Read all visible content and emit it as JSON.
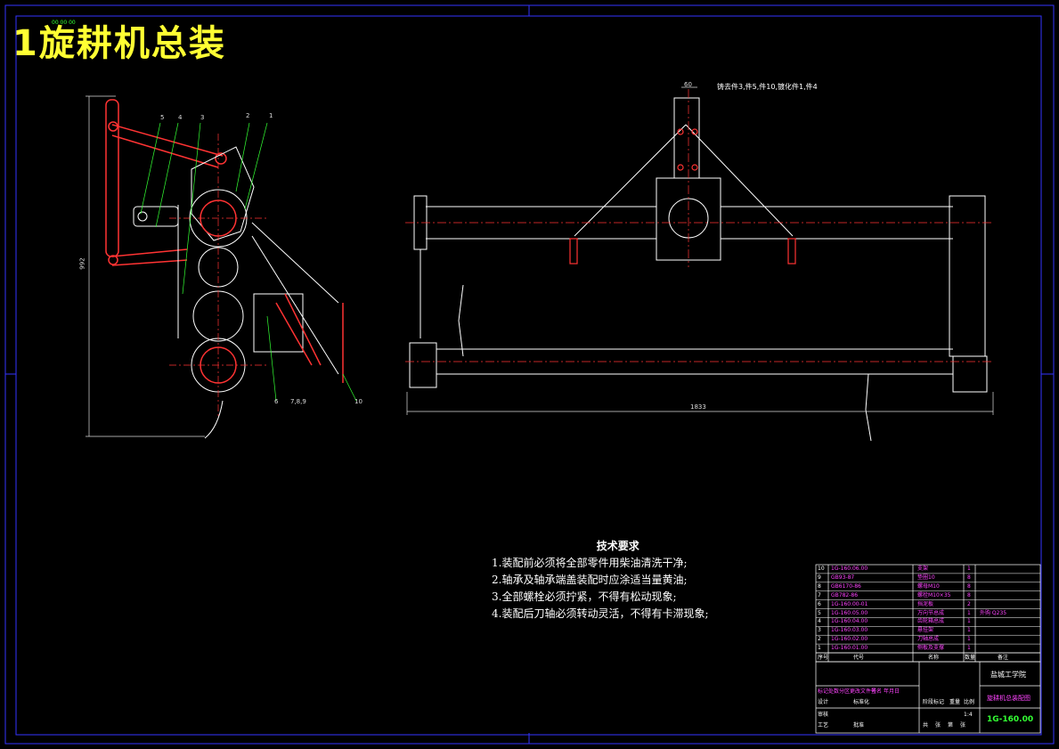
{
  "title": "1旋耕机总装",
  "corner_tag": "00 00 00",
  "note_top": "铸去件3,件5,件10,镀化件1,件4",
  "dimensions": {
    "height": "992",
    "width": "1833",
    "hitch": "60"
  },
  "part_callouts": [
    "1",
    "2",
    "3",
    "4",
    "5",
    "6",
    "7,8,9",
    "10"
  ],
  "tech_requirements": {
    "heading": "技术要求",
    "items": [
      "1.装配前必须将全部零件用柴油清洗干净;",
      "2.轴承及轴承端盖装配时应涂适当量黄油;",
      "3.全部螺栓必须拧紧，不得有松动现象;",
      "4.装配后刀轴必须转动灵活，不得有卡滞现象;"
    ]
  },
  "bom": [
    {
      "no": "10",
      "code": "1G-160.06.00",
      "name": "支架",
      "qty": "1",
      "note": ""
    },
    {
      "no": "9",
      "code": "GB93-87",
      "name": "垫圈10",
      "qty": "8",
      "note": ""
    },
    {
      "no": "8",
      "code": "GB6170-86",
      "name": "螺母M10",
      "qty": "8",
      "note": ""
    },
    {
      "no": "7",
      "code": "GB782-86",
      "name": "螺栓M10×35",
      "qty": "8",
      "note": ""
    },
    {
      "no": "6",
      "code": "1G-160.00-01",
      "name": "挡泥板",
      "qty": "2",
      "note": ""
    },
    {
      "no": "5",
      "code": "1G-160.05.00",
      "name": "万向节总成",
      "qty": "1",
      "note": "外购 Q235"
    },
    {
      "no": "4",
      "code": "1G-160.04.00",
      "name": "齿轮箱总成",
      "qty": "1",
      "note": ""
    },
    {
      "no": "3",
      "code": "1G-160.03.00",
      "name": "悬挂架",
      "qty": "1",
      "note": ""
    },
    {
      "no": "2",
      "code": "1G-160.02.00",
      "name": "刀轴总成",
      "qty": "1",
      "note": ""
    },
    {
      "no": "1",
      "code": "1G-160.01.00",
      "name": "侧板及支撑",
      "qty": "1",
      "note": ""
    }
  ],
  "bom_header": {
    "no": "序号",
    "code": "代号",
    "name": "名称",
    "qty": "数量",
    "note": "备注"
  },
  "title_block": {
    "school": "盐城工学院",
    "drawing_name": "旋耕机总装配图",
    "drawing_code": "1G-160.00",
    "scale": "1:4",
    "labels": [
      "标记",
      "处数",
      "分区",
      "更改文件号",
      "签名",
      "年月日",
      "设计",
      "标准化",
      "阶段标记",
      "重量",
      "比例",
      "审核",
      "工艺",
      "批准",
      "共",
      "张",
      "第",
      "张"
    ]
  },
  "colors": {
    "frame": "#3333ff",
    "part": "#ff3333",
    "center": "#ff3333",
    "leader": "#33ff33",
    "dim": "#ffffff",
    "text": "#ffffff",
    "accent": "#ffff33",
    "magenta": "#ff44ff"
  }
}
